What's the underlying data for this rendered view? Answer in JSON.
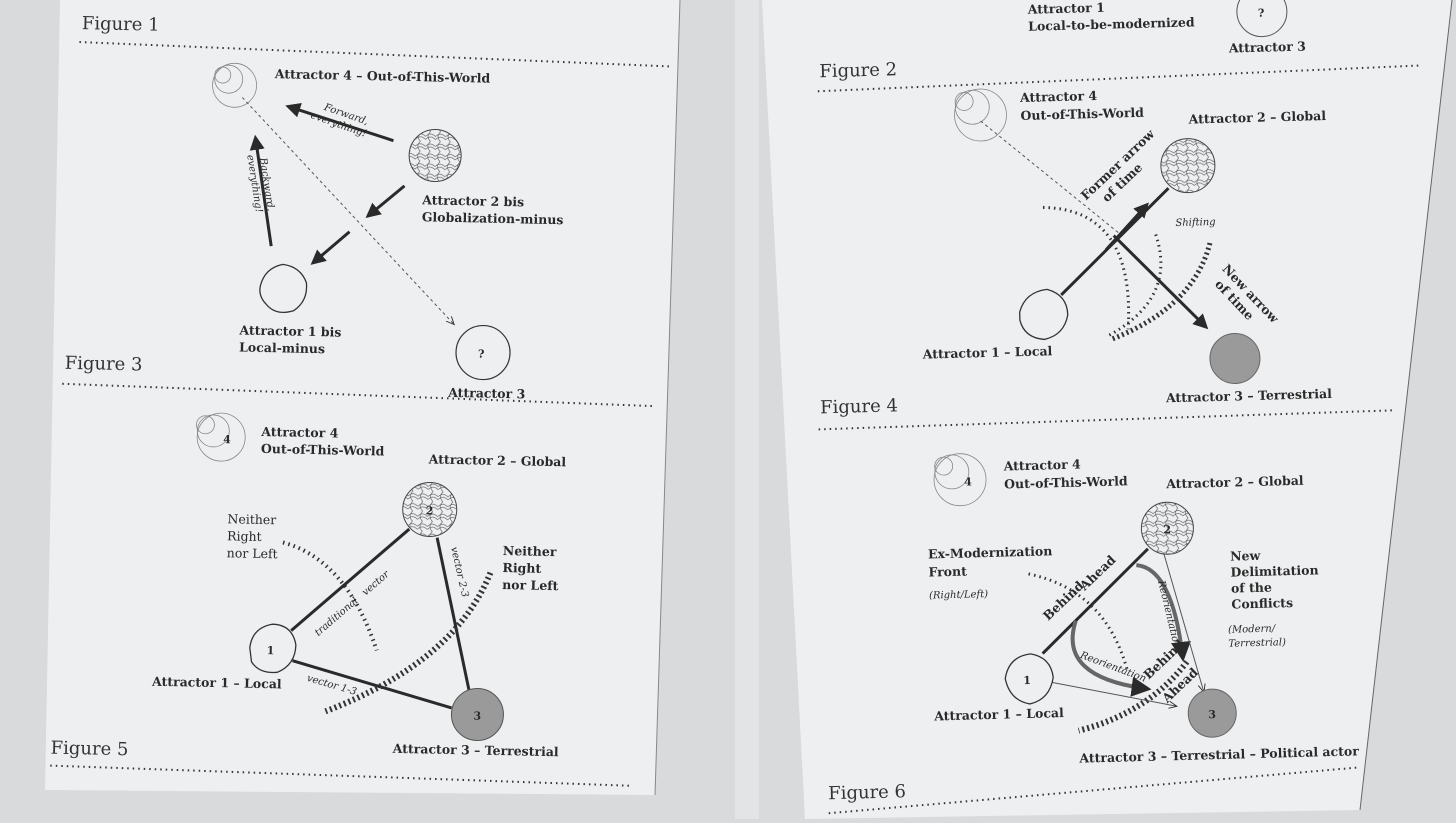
{
  "colors": {
    "page": "#eeeff1",
    "ink": "#2a2a2a",
    "grey_fill": "#9a9a9a",
    "background": "#d9dadc"
  },
  "left_page": {
    "header_partial": "Figure 1",
    "fig1": {
      "a4": "Attractor 4 – Out-of-This-World",
      "forward_1": "Forward,",
      "forward_2": "everything!",
      "backward_1": "Backward,",
      "backward_2": "everything!",
      "a2bis_1": "Attractor 2 bis",
      "a2bis_2": "Globalization-minus",
      "a1bis_1": "Attractor 1 bis",
      "a1bis_2": "Local-minus",
      "a3": "Attractor 3",
      "q": "?"
    },
    "caption_fig3": "Figure 3",
    "fig3": {
      "a4_1": "Attractor 4",
      "a4_2": "Out-of-This-World",
      "a2": "Attractor 2 – Global",
      "nrl_left_1": "Neither",
      "nrl_left_2": "Right",
      "nrl_left_3": "nor Left",
      "nrl_right_1": "Neither",
      "nrl_right_2": "Right",
      "nrl_right_3": "nor Left",
      "traditional": "traditional",
      "vector": "vector",
      "vector23": "vector 2-3",
      "vector13": "vector 1-3",
      "a1": "Attractor 1 – Local",
      "a3": "Attractor 3 – Terrestrial",
      "n1": "1",
      "n2": "2",
      "n3": "3",
      "n4": "4"
    },
    "caption_fig5": "Figure 5"
  },
  "right_page": {
    "top_a1_1": "Attractor 1",
    "top_a1_2": "Local-to-be-modernized",
    "top_q": "?",
    "top_a3": "Attractor 3",
    "caption_fig2": "Figure 2",
    "fig2": {
      "a4_1": "Attractor 4",
      "a4_2": "Out-of-This-World",
      "a2": "Attractor 2 – Global",
      "former_1": "Former arrow",
      "former_2": "of time",
      "shifting": "Shifting",
      "new_1": "New arrow",
      "new_2": "of time",
      "a1": "Attractor 1 – Local",
      "a3": "Attractor 3 – Terrestrial"
    },
    "caption_fig4": "Figure 4",
    "fig4": {
      "a4_1": "Attractor 4",
      "a4_2": "Out-of-This-World",
      "a2": "Attractor 2 – Global",
      "exmod_1": "Ex-Modernization",
      "exmod_2": "Front",
      "rightleft": "(Right/Left)",
      "ahead1": "Ahead",
      "behind1": "Behind",
      "reorient1": "Reorientation",
      "reorient2": "Reorientation",
      "behind2": "Behind",
      "ahead2": "Ahead",
      "newdelim_1": "New",
      "newdelim_2": "Delimitation",
      "newdelim_3": "of the",
      "newdelim_4": "Conflicts",
      "modterr_1": "(Modern/",
      "modterr_2": "Terrestrial)",
      "a1": "Attractor 1 – Local",
      "a3": "Attractor 3 – Terrestrial – Political actor",
      "n1": "1",
      "n2": "2",
      "n3": "3",
      "n4": "4"
    },
    "caption_fig6": "Figure 6"
  }
}
